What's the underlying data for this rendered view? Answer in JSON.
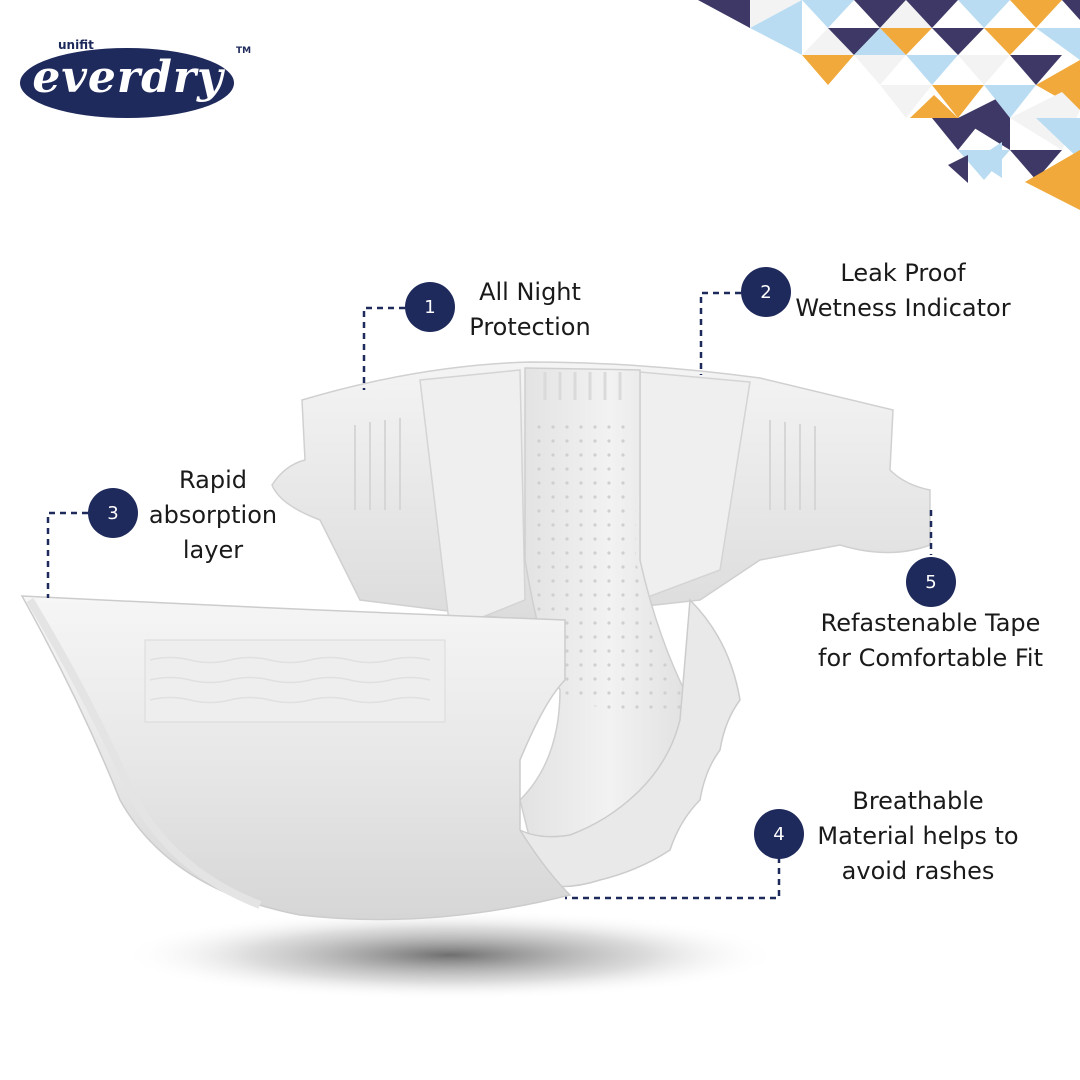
{
  "brand": {
    "tagline": "unifit",
    "name": "everdry",
    "trademark": "TM"
  },
  "colors": {
    "navy": "#1f2a5c",
    "orange": "#f0a93a",
    "light_blue": "#b9dcf2",
    "purple": "#3e3866"
  },
  "features": [
    {
      "number": "1",
      "lines": [
        "All Night",
        "Protection"
      ]
    },
    {
      "number": "2",
      "lines": [
        "Leak Proof",
        "Wetness Indicator"
      ]
    },
    {
      "number": "3",
      "lines": [
        "Rapid",
        "absorption",
        "layer"
      ]
    },
    {
      "number": "4",
      "lines": [
        "Breathable",
        "Material helps to",
        "avoid rashes"
      ]
    },
    {
      "number": "5",
      "lines": [
        "Refastenable Tape",
        "for Comfortable Fit"
      ]
    }
  ]
}
